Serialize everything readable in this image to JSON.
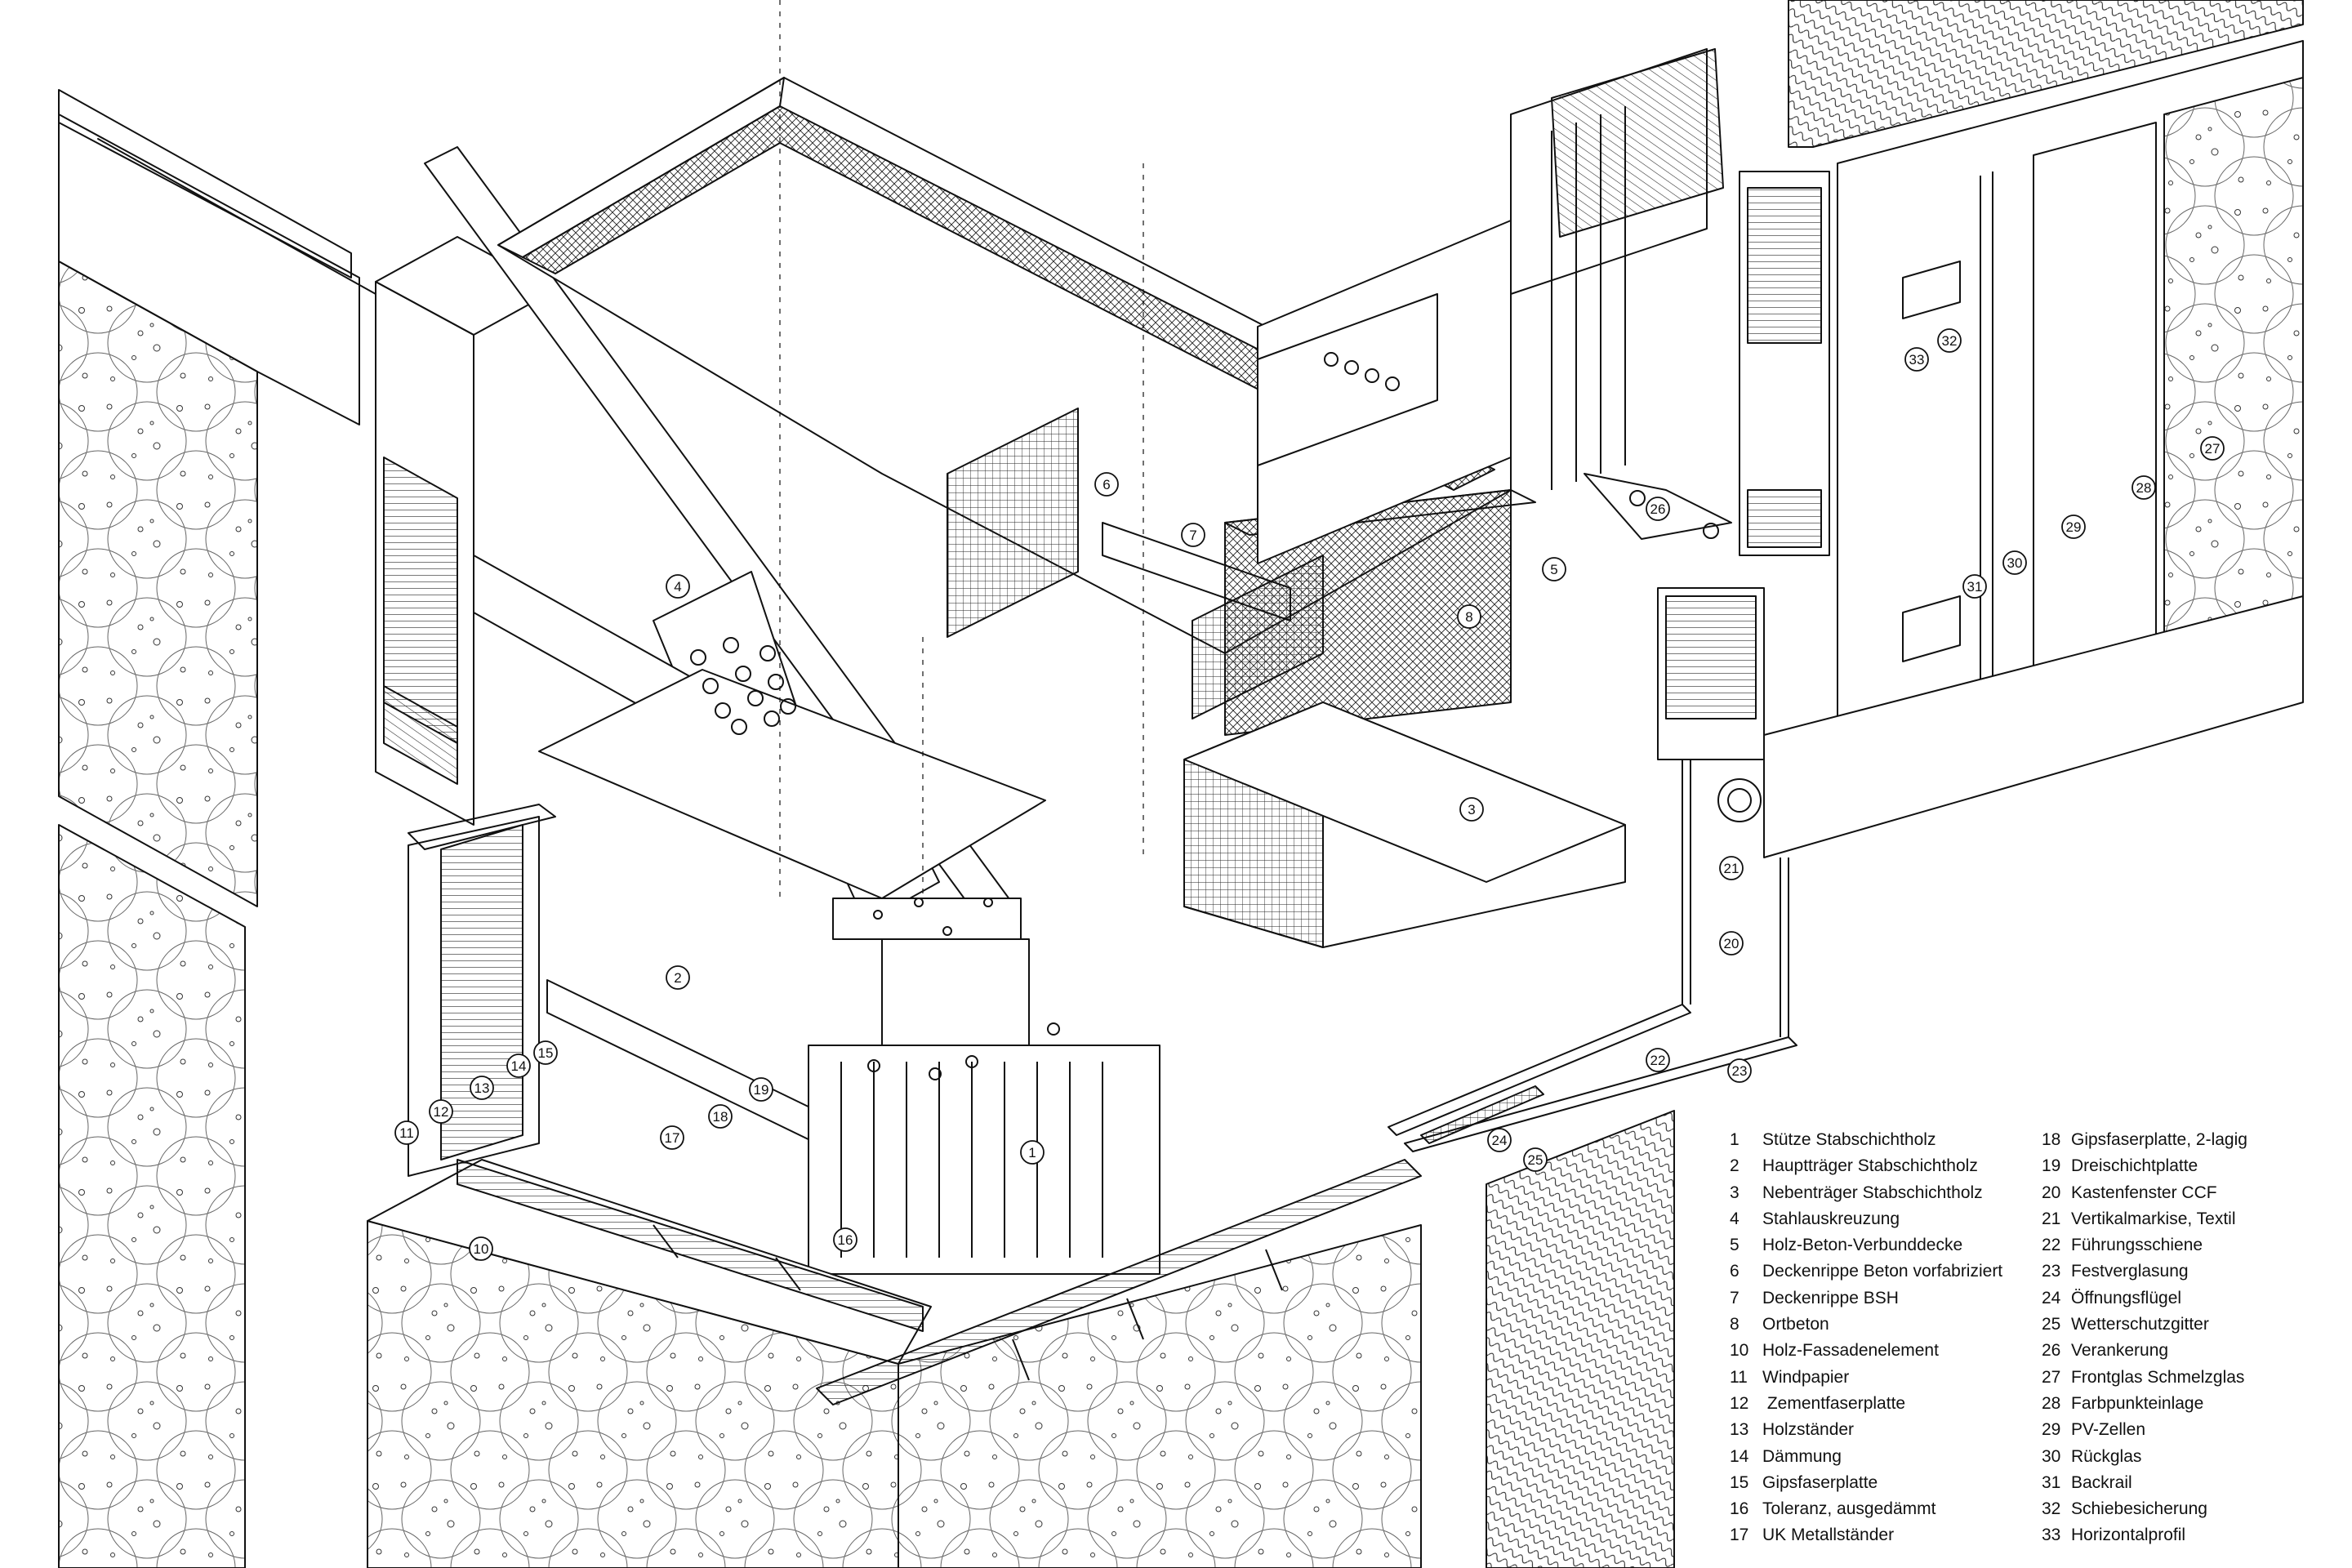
{
  "drawing": {
    "callouts": [
      "1",
      "2",
      "3",
      "4",
      "5",
      "6",
      "7",
      "8",
      "10",
      "11",
      "12",
      "13",
      "14",
      "15",
      "16",
      "17",
      "18",
      "19",
      "20",
      "21",
      "22",
      "23",
      "24",
      "25",
      "26",
      "27",
      "28",
      "29",
      "30",
      "31",
      "32",
      "33"
    ]
  },
  "legend": {
    "left": [
      {
        "num": "1",
        "label": "Stütze Stabschichtholz"
      },
      {
        "num": "2",
        "label": "Hauptträger Stabschichtholz"
      },
      {
        "num": "3",
        "label": "Nebenträger Stabschichtholz"
      },
      {
        "num": "4",
        "label": "Stahlauskreuzung"
      },
      {
        "num": "5",
        "label": "Holz-Beton-Verbunddecke"
      },
      {
        "num": "6",
        "label": "Deckenrippe Beton vorfabriziert"
      },
      {
        "num": "7",
        "label": "Deckenrippe BSH"
      },
      {
        "num": "8",
        "label": "Ortbeton"
      },
      {
        "num": "10",
        "label": "Holz-Fassadenelement"
      },
      {
        "num": "11",
        "label": "Windpapier"
      },
      {
        "num": "12",
        "label": " Zementfaserplatte"
      },
      {
        "num": "13",
        "label": "Holzständer"
      },
      {
        "num": "14",
        "label": "Dämmung"
      },
      {
        "num": "15",
        "label": "Gipsfaserplatte"
      },
      {
        "num": "16",
        "label": "Toleranz, ausgedämmt"
      },
      {
        "num": "17",
        "label": "UK Metallständer"
      }
    ],
    "right": [
      {
        "num": "18",
        "label": "Gipsfaserplatte, 2-lagig"
      },
      {
        "num": "19",
        "label": "Dreischichtplatte"
      },
      {
        "num": "20",
        "label": "Kastenfenster CCF"
      },
      {
        "num": "21",
        "label": "Vertikalmarkise, Textil"
      },
      {
        "num": "22",
        "label": "Führungsschiene"
      },
      {
        "num": "23",
        "label": "Festverglasung"
      },
      {
        "num": "24",
        "label": "Öffnungsflügel"
      },
      {
        "num": "25",
        "label": "Wetterschutzgitter"
      },
      {
        "num": "26",
        "label": "Verankerung"
      },
      {
        "num": "27",
        "label": "Frontglas Schmelzglas"
      },
      {
        "num": "28",
        "label": "Farbpunkteinlage"
      },
      {
        "num": "29",
        "label": "PV-Zellen"
      },
      {
        "num": "30",
        "label": "Rückglas"
      },
      {
        "num": "31",
        "label": "Backrail"
      },
      {
        "num": "32",
        "label": "Schiebesicherung"
      },
      {
        "num": "33",
        "label": "Horizontalprofil"
      }
    ]
  }
}
